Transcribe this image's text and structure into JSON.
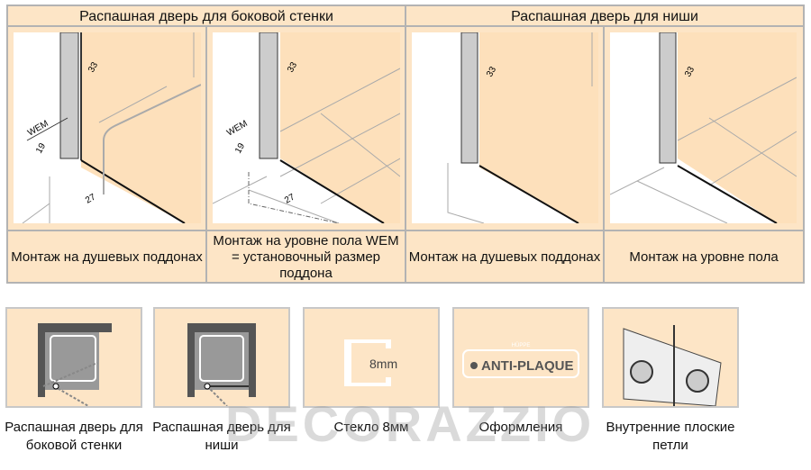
{
  "top_table": {
    "headers": [
      "Распашная дверь для боковой стенки",
      "Распашная дверь для ниши"
    ],
    "dimensions": {
      "wem": "WEM",
      "d19": "19",
      "d27": "27",
      "d33": "33"
    },
    "captions": [
      "Монтаж на душевых поддонах",
      "Монтаж на уровне пола WEM = установочный размер поддона",
      "Монтаж на душевых поддонах",
      "Монтаж на уровне пола"
    ]
  },
  "features": [
    {
      "label": "Распашная дверь для боковой стенки",
      "icon": "side-wall-door-plan-icon"
    },
    {
      "label": "Распашная дверь для ниши",
      "icon": "niche-door-plan-icon"
    },
    {
      "label": "Стекло 8мм",
      "icon": "glass-thickness-icon",
      "badge": "8mm"
    },
    {
      "label": "Оформления",
      "icon": "anti-plaque-logo",
      "badge": "ANTI-PLAQUE",
      "brand": "HÜPPE"
    },
    {
      "label": "Внутренние плоские петли",
      "icon": "flat-hinge-icon"
    }
  ],
  "watermark": "DECORAZZIO",
  "colors": {
    "peach": "#fde5c6",
    "border": "#b3b3b3"
  }
}
